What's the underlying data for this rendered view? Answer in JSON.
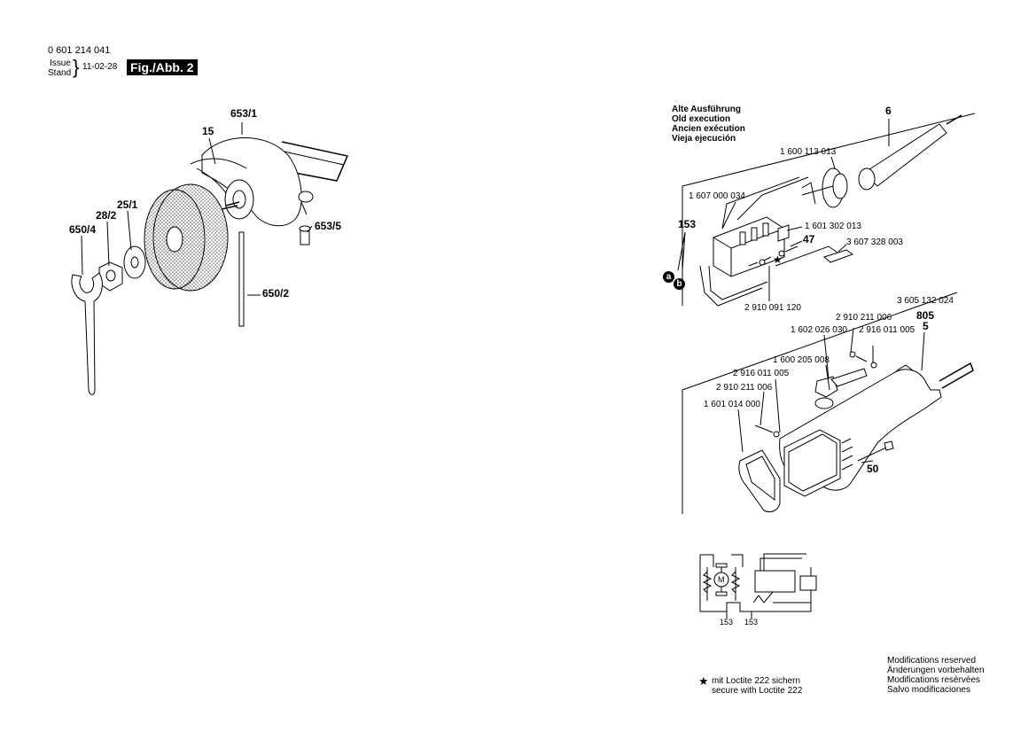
{
  "header": {
    "part_number": "0 601 214 041",
    "issue_label": "Issue",
    "stand_label": "Stand",
    "date": "11-02-28",
    "fig_label": "Fig./Abb. 2"
  },
  "old_execution": [
    "Alte Ausführung",
    "Old execution",
    "Ancien exécution",
    "Vieja ejecución"
  ],
  "labels": {
    "p653_1": "653/1",
    "p15": "15",
    "p25_1": "25/1",
    "p28_2": "28/2",
    "p650_4": "650/4",
    "p653_5": "653/5",
    "p650_2": "650/2",
    "p6": "6",
    "p1600113013": "1 600 113 013",
    "p1607000034": "1 607 000 034",
    "p153": "153",
    "p1601302013": "1 601 302 013",
    "p47": "47",
    "p3607328003": "3 607 328 003",
    "p2910091120": "2 910 091 120",
    "pa": "a",
    "pb": "b",
    "p3605132024": "3 605 132 024",
    "p805": "805",
    "p5": "5",
    "p2910211006a": "2 910 211 006",
    "p2916011005a": "2 916 011 005",
    "p1602026030": "1 602 026 030",
    "p1600205008": "1 600 205 008",
    "p2916011005b": "2 916 011 005",
    "p2910211006b": "2 910 211 006",
    "p1601014000": "1 601 014 000",
    "p50": "50",
    "circ153a": "153",
    "circ153b": "153",
    "motor": "M"
  },
  "loctite": {
    "star": "★",
    "line1": "mit Loctite 222 sichern",
    "line2": "secure with Loctite 222"
  },
  "modifications": [
    "Modifications reserved",
    "Änderungen vorbehalten",
    "Modifications resèrvées",
    "Salvo modificaciones"
  ]
}
